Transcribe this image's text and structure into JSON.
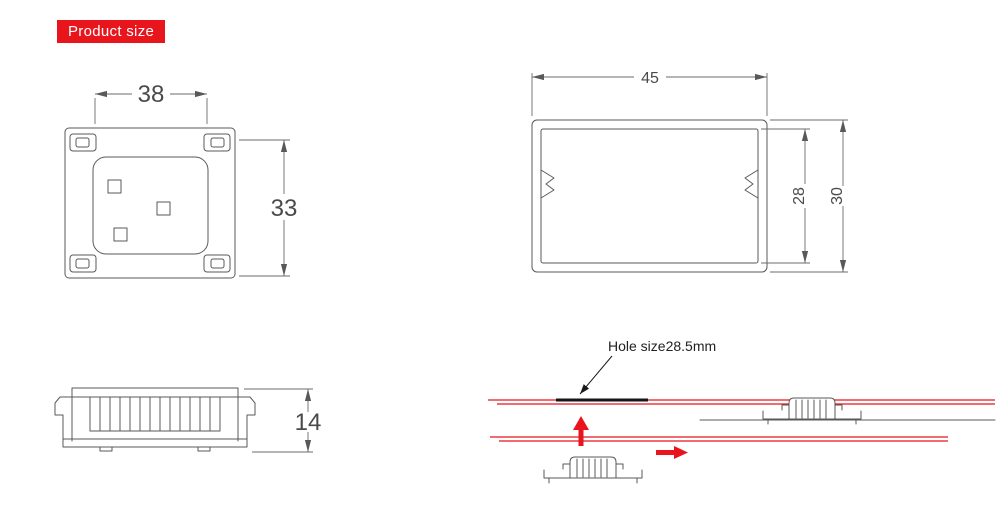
{
  "header": {
    "label": "Product size"
  },
  "colors": {
    "accent_red": "#e8151c",
    "line_gray": "#58595b",
    "text_dark": "#222222"
  },
  "drawings": {
    "top_view": {
      "width": "38",
      "height": "33"
    },
    "profile_view": {
      "width": "45",
      "inner_height": "28",
      "outer_height": "30"
    },
    "side_view": {
      "height": "14"
    },
    "installation": {
      "hole_label": "Hole size28.5mm"
    }
  }
}
